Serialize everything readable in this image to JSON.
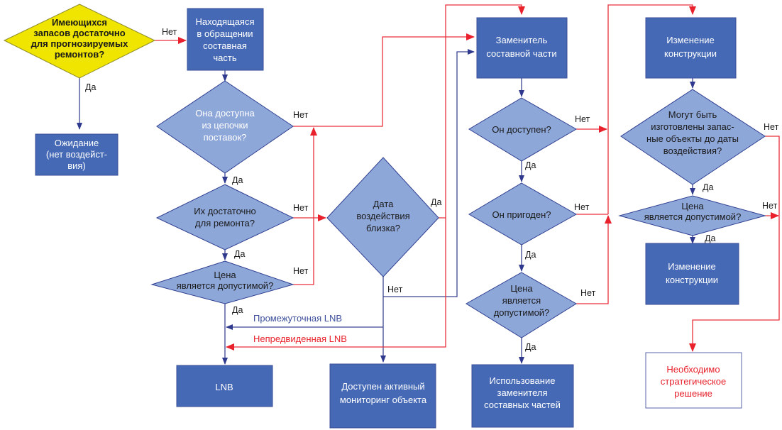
{
  "colors": {
    "box_fill": "#4569b5",
    "decision_fill": "#8ea7d9",
    "start_decision_fill": "#f0e500",
    "yes_flow": "#3d4592",
    "no_flow": "#e8303a",
    "strategic_text": "#e8212c"
  },
  "nodes": {
    "start_question": [
      "Имеющихся",
      "запасов достаточно",
      "для прогнозируемых",
      "ремонтов?"
    ],
    "waiting": [
      "Ожидание",
      "(нет воздейст-",
      "вия)"
    ],
    "in_circulation": [
      "Находящаяся",
      "в обращении",
      "составная",
      "часть"
    ],
    "supply_chain": [
      "Она доступна",
      "из цепочки",
      "поставок?"
    ],
    "enough_for_repair": [
      "Их достаточно",
      "для ремонта?"
    ],
    "price_ok_1": [
      "Цена",
      "является допустимой?"
    ],
    "impact_date_near": [
      "Дата",
      "воздействия",
      "близка?"
    ],
    "lnb": [
      "LNB"
    ],
    "active_monitoring": [
      "Доступен активный",
      "мониторинг объекта"
    ],
    "substitute": [
      "Заменитель",
      "составной части"
    ],
    "is_available": [
      "Он доступен?"
    ],
    "is_suitable": [
      "Он пригоден?"
    ],
    "price_ok_2": [
      "Цена",
      "является",
      "допустимой?"
    ],
    "use_substitute": [
      "Использование",
      "заменителя",
      "составных частей"
    ],
    "design_change_1": [
      "Изменение",
      "конструкции"
    ],
    "can_manufacture": [
      "Могут быть",
      "изготовлены запас-",
      "ные объекты до даты",
      "воздействия?"
    ],
    "price_ok_3": [
      "Цена",
      "является допустимой?"
    ],
    "design_change_2": [
      "Изменение",
      "конструкции"
    ],
    "strategic_decision": [
      "Необходимо",
      "стратегическое",
      "решение"
    ]
  },
  "labels": {
    "yes": "Да",
    "no": "Нет",
    "intermediate_lnb": "Промежуточная LNB",
    "unforeseen_lnb": "Непредвиденная LNB"
  }
}
